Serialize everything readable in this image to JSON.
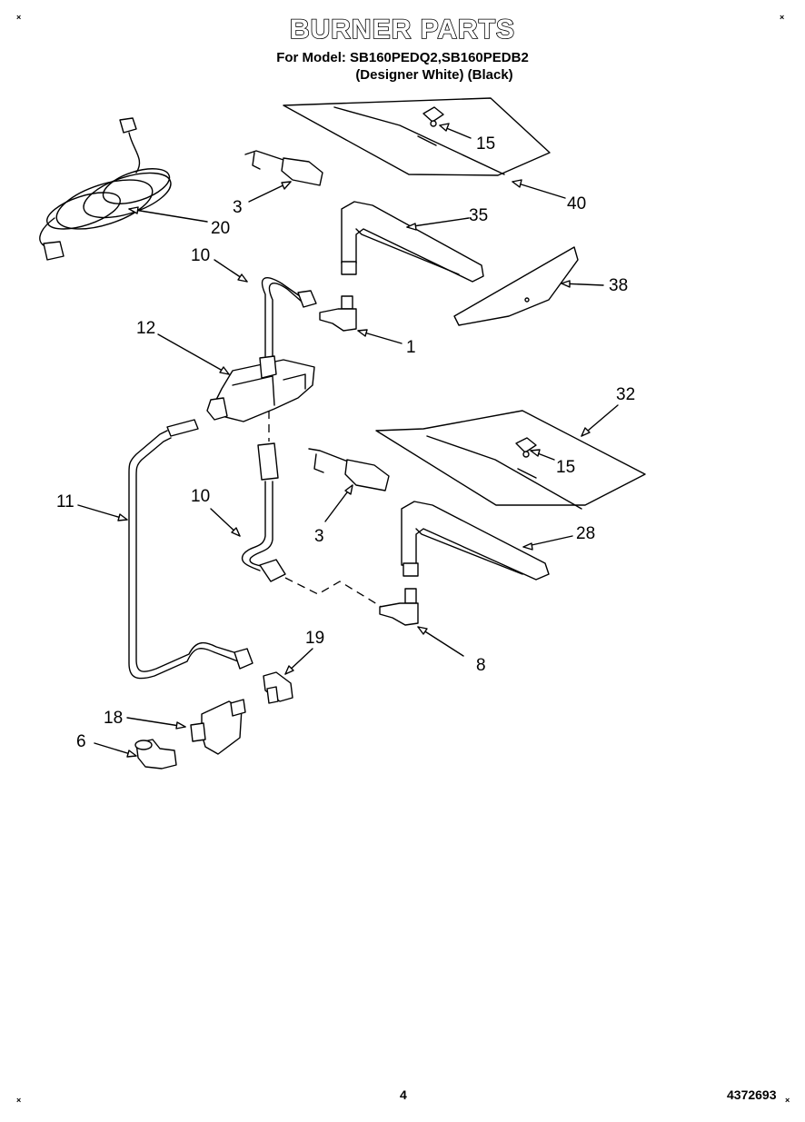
{
  "header": {
    "title": "BURNER PARTS",
    "model_line": "For Model: SB160PEDQ2,SB160PEDB2",
    "variant_line": "(Designer White) (Black)"
  },
  "callouts": [
    {
      "id": "c15a",
      "label": "15"
    },
    {
      "id": "c40",
      "label": "40"
    },
    {
      "id": "c3a",
      "label": "3"
    },
    {
      "id": "c35",
      "label": "35"
    },
    {
      "id": "c20",
      "label": "20"
    },
    {
      "id": "c10a",
      "label": "10"
    },
    {
      "id": "c38",
      "label": "38"
    },
    {
      "id": "c1",
      "label": "1"
    },
    {
      "id": "c12",
      "label": "12"
    },
    {
      "id": "c32",
      "label": "32"
    },
    {
      "id": "c15b",
      "label": "15"
    },
    {
      "id": "c11",
      "label": "11"
    },
    {
      "id": "c10b",
      "label": "10"
    },
    {
      "id": "c3b",
      "label": "3"
    },
    {
      "id": "c28",
      "label": "28"
    },
    {
      "id": "c8",
      "label": "8"
    },
    {
      "id": "c19",
      "label": "19"
    },
    {
      "id": "c18",
      "label": "18"
    },
    {
      "id": "c6",
      "label": "6"
    }
  ],
  "footer": {
    "page_number": "4",
    "document_number": "4372693"
  }
}
